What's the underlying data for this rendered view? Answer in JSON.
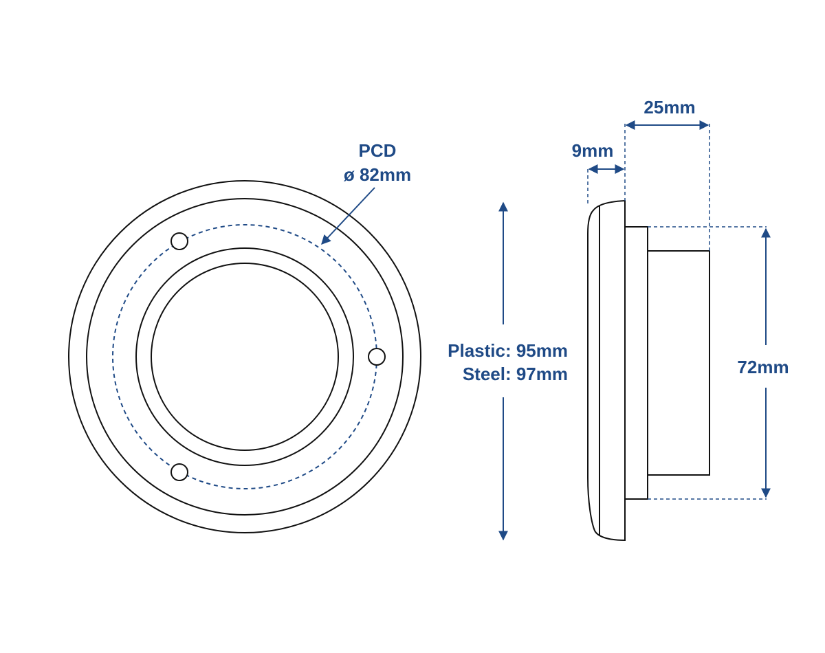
{
  "labels": {
    "pcd_title": "PCD",
    "pcd_diameter": "ø 82mm",
    "plastic_diameter": "Plastic: 95mm",
    "steel_diameter": "Steel: 97mm",
    "flange_thickness": "9mm",
    "total_depth": "25mm",
    "body_diameter": "72mm"
  },
  "colors": {
    "outline": "#111111",
    "dimension": "#1f4a86"
  }
}
